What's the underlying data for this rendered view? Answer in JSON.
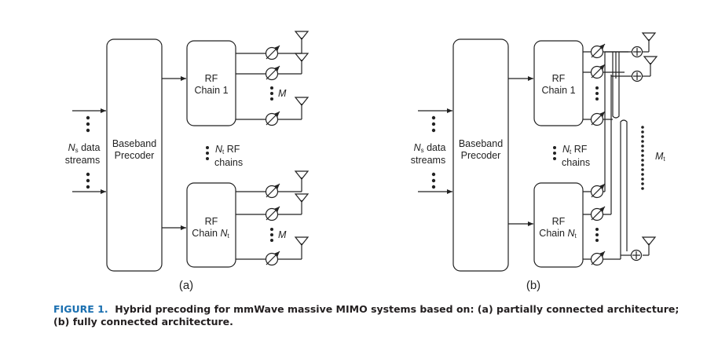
{
  "figure": {
    "panels": [
      {
        "label": "(a)",
        "input_label_line1_var": "N",
        "input_label_line1_sub": "s",
        "input_label_line1_rest": " data",
        "input_label_line2": "streams",
        "precoder_line1": "Baseband",
        "precoder_line2": "Precoder",
        "rf_chain_top_line1": "RF",
        "rf_chain_top_line2": "Chain 1",
        "rf_chain_bottom_line1": "RF",
        "rf_chain_bottom_line2_prefix": "Chain ",
        "rf_chain_bottom_line2_var": "N",
        "rf_chain_bottom_line2_sub": "t",
        "rf_count_var": "N",
        "rf_count_sub": "t",
        "rf_count_rest": " RF",
        "rf_count_line2": "chains",
        "antenna_count_label": "M"
      },
      {
        "label": "(b)",
        "input_label_line1_var": "N",
        "input_label_line1_sub": "s",
        "input_label_line1_rest": " data",
        "input_label_line2": "streams",
        "precoder_line1": "Baseband",
        "precoder_line2": "Precoder",
        "rf_chain_top_line1": "RF",
        "rf_chain_top_line2": "Chain 1",
        "rf_chain_bottom_line1": "RF",
        "rf_chain_bottom_line2_prefix": "Chain ",
        "rf_chain_bottom_line2_var": "N",
        "rf_chain_bottom_line2_sub": "t",
        "rf_count_var": "N",
        "rf_count_sub": "t",
        "rf_count_rest": " RF",
        "rf_count_line2": "chains",
        "antenna_count_var": "M",
        "antenna_count_sub": "t"
      }
    ],
    "caption": {
      "figure_label": "FIGURE 1.",
      "text": "Hybrid precoding for mmWave massive MIMO systems based on: (a) partially connected architecture; (b) fully connected architecture."
    }
  }
}
